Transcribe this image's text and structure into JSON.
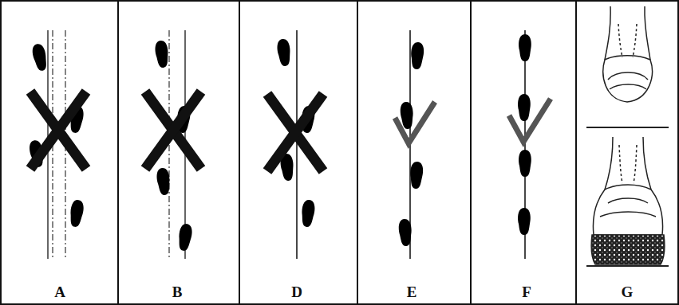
{
  "diagram": {
    "labels": [
      "A",
      "B",
      "D",
      "E",
      "F",
      "G"
    ]
  }
}
